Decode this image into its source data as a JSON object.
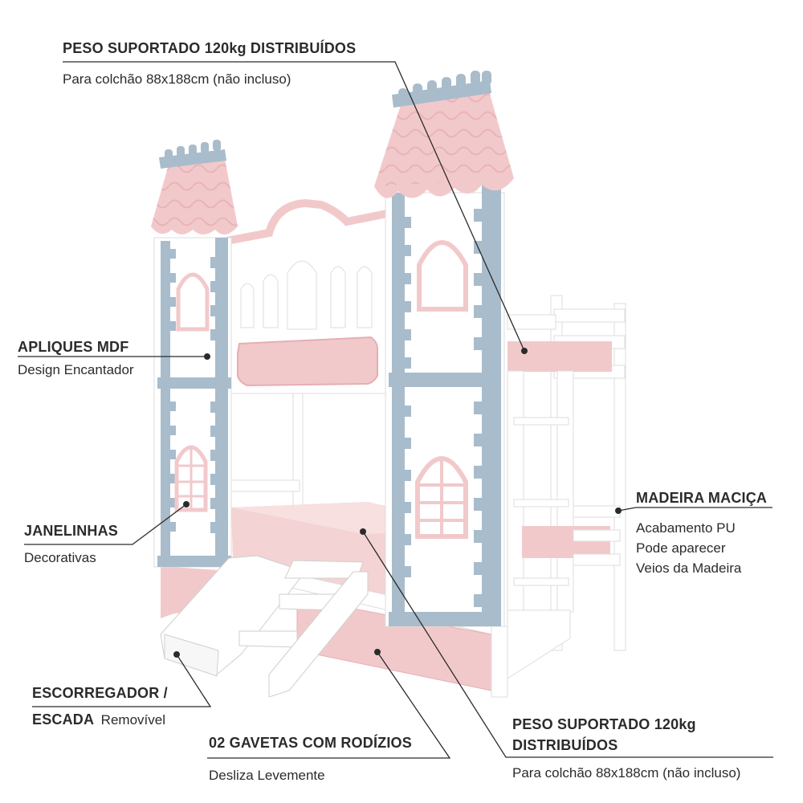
{
  "callouts": {
    "top_weight": {
      "title": "PESO SUPORTADO 120kg DISTRIBUÍDOS",
      "text": "Para colchão 88x188cm (não incluso)"
    },
    "apliques": {
      "title": "APLIQUES MDF",
      "text": "Design Encantador"
    },
    "janelinhas": {
      "title": "JANELINHAS",
      "text": "Decorativas"
    },
    "escorregador": {
      "title_line1": "ESCORREGADOR /",
      "title_line2": "ESCADA",
      "text": "Removível"
    },
    "gavetas": {
      "title": "02 GAVETAS COM RODÍZIOS",
      "text": "Desliza Levemente"
    },
    "madeira": {
      "title": "MADEIRA MACIÇA",
      "lines": [
        "Acabamento PU",
        "Pode aparecer",
        "Veios da Madeira"
      ]
    },
    "bottom_weight": {
      "title_line1": "PESO SUPORTADO 120kg",
      "title_line2": "DISTRIBUÍDOS",
      "text": "Para colchão 88x188cm (não incluso)"
    }
  },
  "colors": {
    "pink": "#f2c9cb",
    "pink_dark": "#e6aeb2",
    "blue_gray": "#a9bccb",
    "white": "#ffffff",
    "line": "#2b2b2b"
  }
}
